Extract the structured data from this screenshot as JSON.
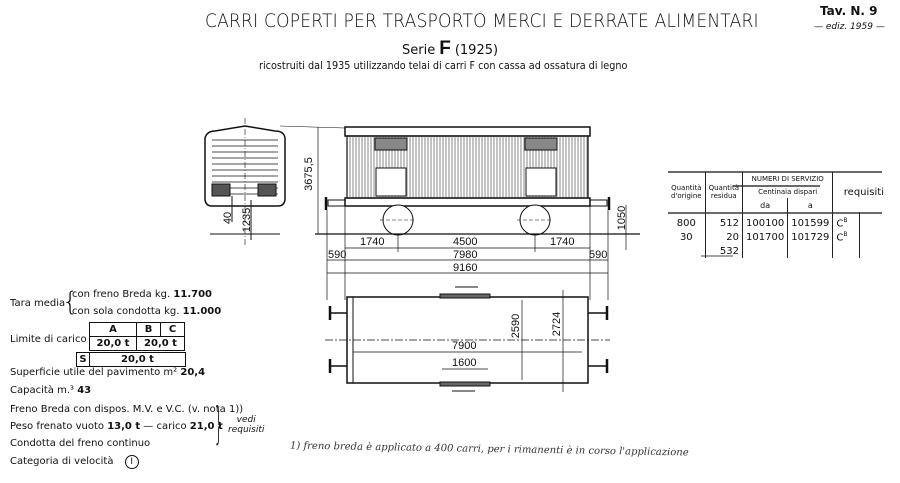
{
  "header": {
    "title": "CARRI COPERTI PER TRASPORTO MERCI E DERRATE ALIMENTARI",
    "tav": "Tav. N. 9",
    "edition": "— ediz. 1959 —",
    "serie_label": "Serie",
    "serie_letter": "F",
    "serie_year": "(1925)",
    "subtitle": "ricostruiti dal 1935 utilizzando telai di carri F con cassa ad ossatura di legno"
  },
  "drawing": {
    "end_view_dims": [
      "40",
      "1235"
    ],
    "side_view_dims": {
      "height": "3675,5",
      "buffer_height": "1050",
      "overhang_left": "1740",
      "wheelbase": "4500",
      "overhang_right": "1740",
      "frame_length": "7980",
      "buffer_left": "590",
      "buffer_right": "590",
      "total_length": "9160"
    },
    "plan_view_dims": {
      "length": "7900",
      "inner_width": "2590",
      "outer_width": "2724",
      "door_width": "1600"
    }
  },
  "service_table": {
    "headers": {
      "quantita_origine": "Quantità d'origine",
      "quantita_residua": "Quantità residua",
      "numeri": "NUMERI DI SERVIZIO",
      "centinaia": "Centinaia dispari",
      "da": "da",
      "a": "a",
      "requisiti": "requisiti"
    },
    "rows": [
      {
        "origine": "800",
        "residua": "512",
        "da": "100100",
        "a": "101599",
        "req": "C",
        "req_sup": "B"
      },
      {
        "origine": "30",
        "residua": "20",
        "da": "101700",
        "a": "101729",
        "req": "C",
        "req_sup": "B"
      }
    ],
    "total_residua": "532"
  },
  "specs": {
    "tara_label": "Tara media",
    "tara_breda": "con freno Breda kg.",
    "tara_breda_value": "11.700",
    "tara_condotta": "con sola condotta  kg.",
    "tara_condotta_value": "11.000",
    "limite_label": "Limite di carico",
    "limite": {
      "A": "A",
      "BC_B": "B",
      "BC_C": "C",
      "A_val": "20,0 t",
      "BC_val": "20,0 t",
      "S": "S",
      "S_val": "20,0 t"
    },
    "superficie": "Superficie utile del pavimento m² ",
    "superficie_value": "20,4",
    "capacita": "Capacità m.³ ",
    "capacita_value": "43",
    "freno": "Freno Breda con dispos. M.V. e V.C. (v. nota 1))",
    "peso_label": "Peso frenato vuoto ",
    "peso_vuoto": "13,0 t",
    "peso_carico_label": " — carico ",
    "peso_carico": "21,0 t",
    "condotta": "Condotta del freno continuo",
    "velocita": "Categoria di velocità",
    "velocita_value": "I",
    "vedi": "vedi",
    "requisiti": "requisiti"
  },
  "note": "1) freno breda è applicato a 400 carri, per i rimanenti è in corso l'applicazione"
}
